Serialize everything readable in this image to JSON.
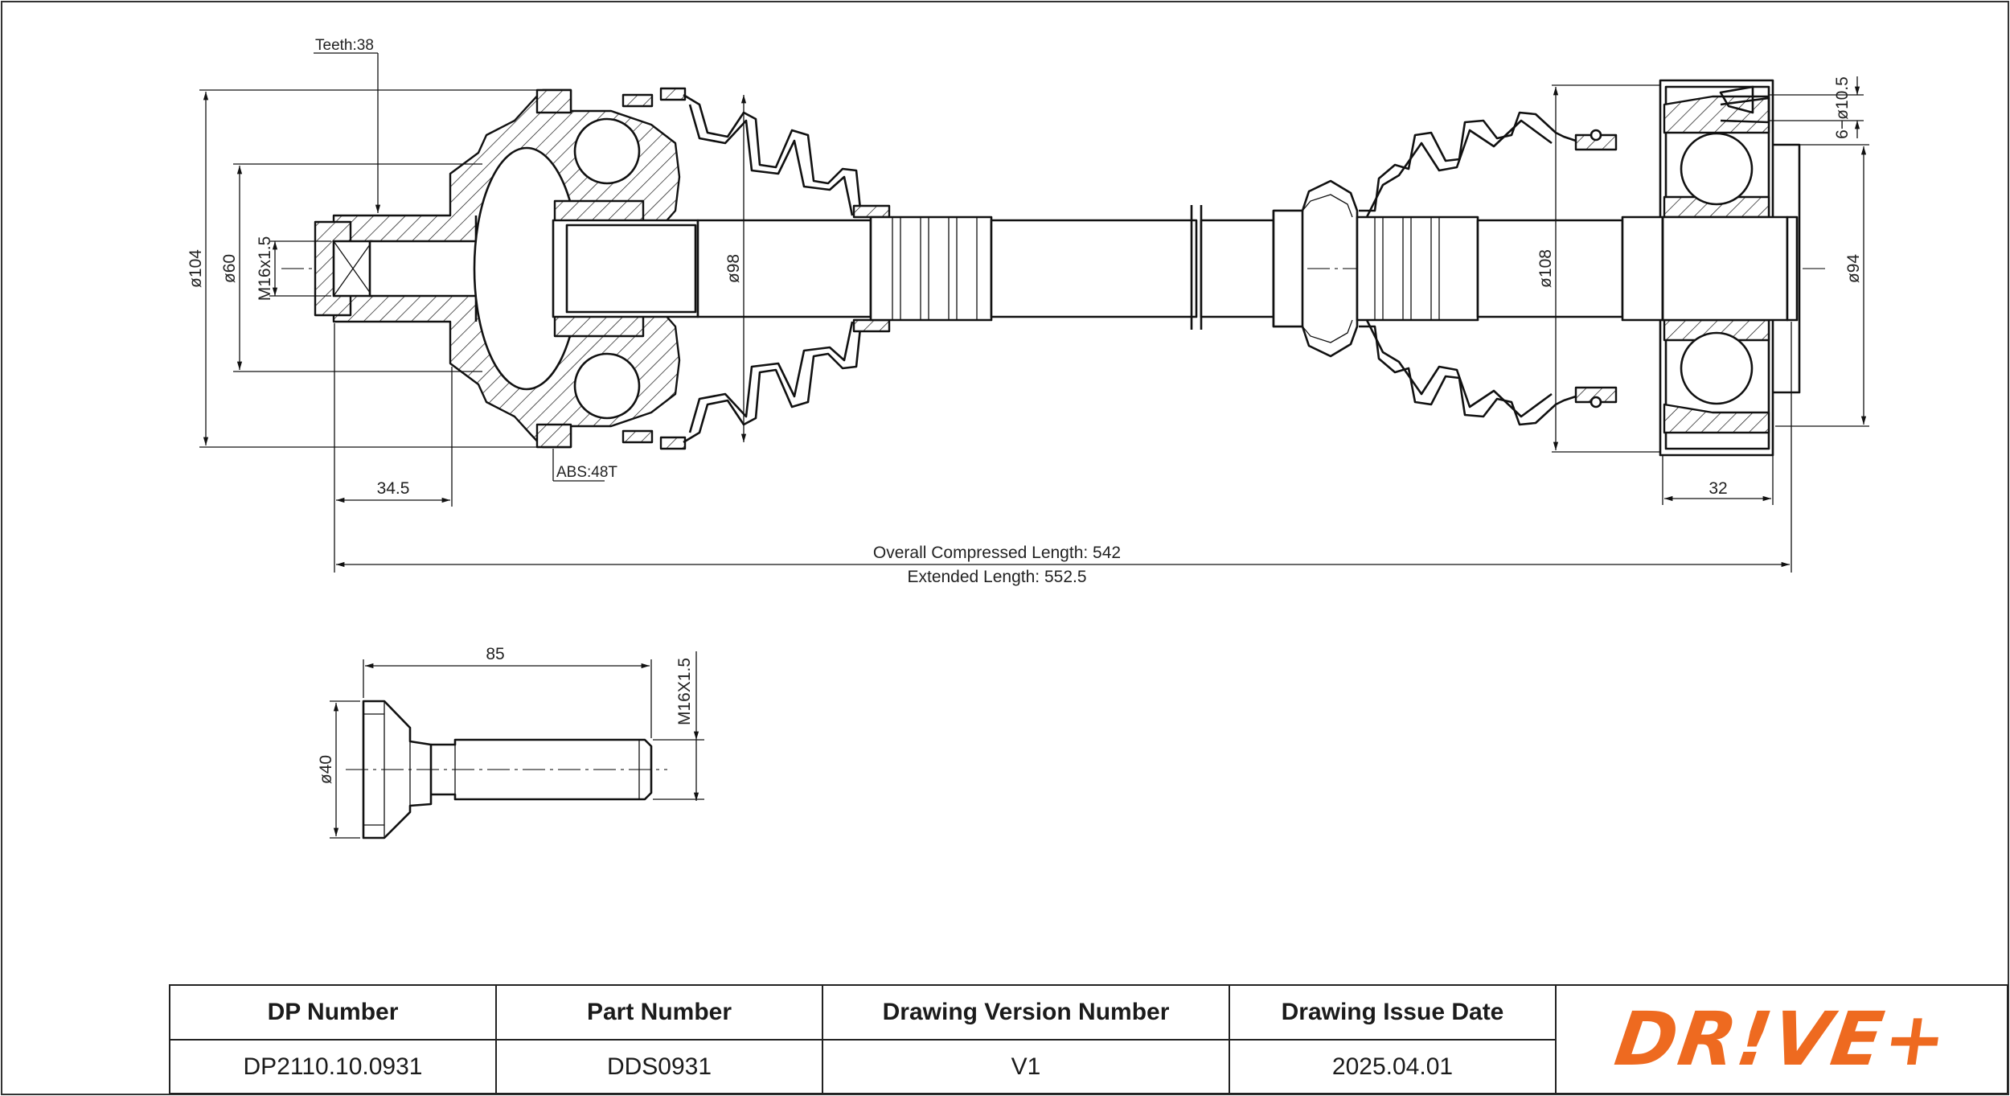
{
  "drawing": {
    "dimensions": {
      "teeth": "Teeth:38",
      "abs": "ABS:48T",
      "d104": "ø104",
      "d60": "ø60",
      "thread_left": "M16x1.5",
      "d98": "ø98",
      "d108": "ø108",
      "d94": "ø94",
      "bolts": "6−ø10.5",
      "len_34_5": "34.5",
      "len_32": "32",
      "overall_compressed": "Overall  Compressed  Length: 542",
      "extended": "Extended  Length: 552.5"
    },
    "bolt": {
      "len_85": "85",
      "d40": "ø40",
      "thread": "M16X1.5"
    }
  },
  "title_block": {
    "headers": [
      "DP Number",
      "Part Number",
      "Drawing Version Number",
      "Drawing Issue Date"
    ],
    "values": [
      "DP2110.10.0931",
      "DDS0931",
      "V1",
      "2025.04.01"
    ],
    "logo": "DR!VE+",
    "logo_color": "#ee6a20"
  }
}
